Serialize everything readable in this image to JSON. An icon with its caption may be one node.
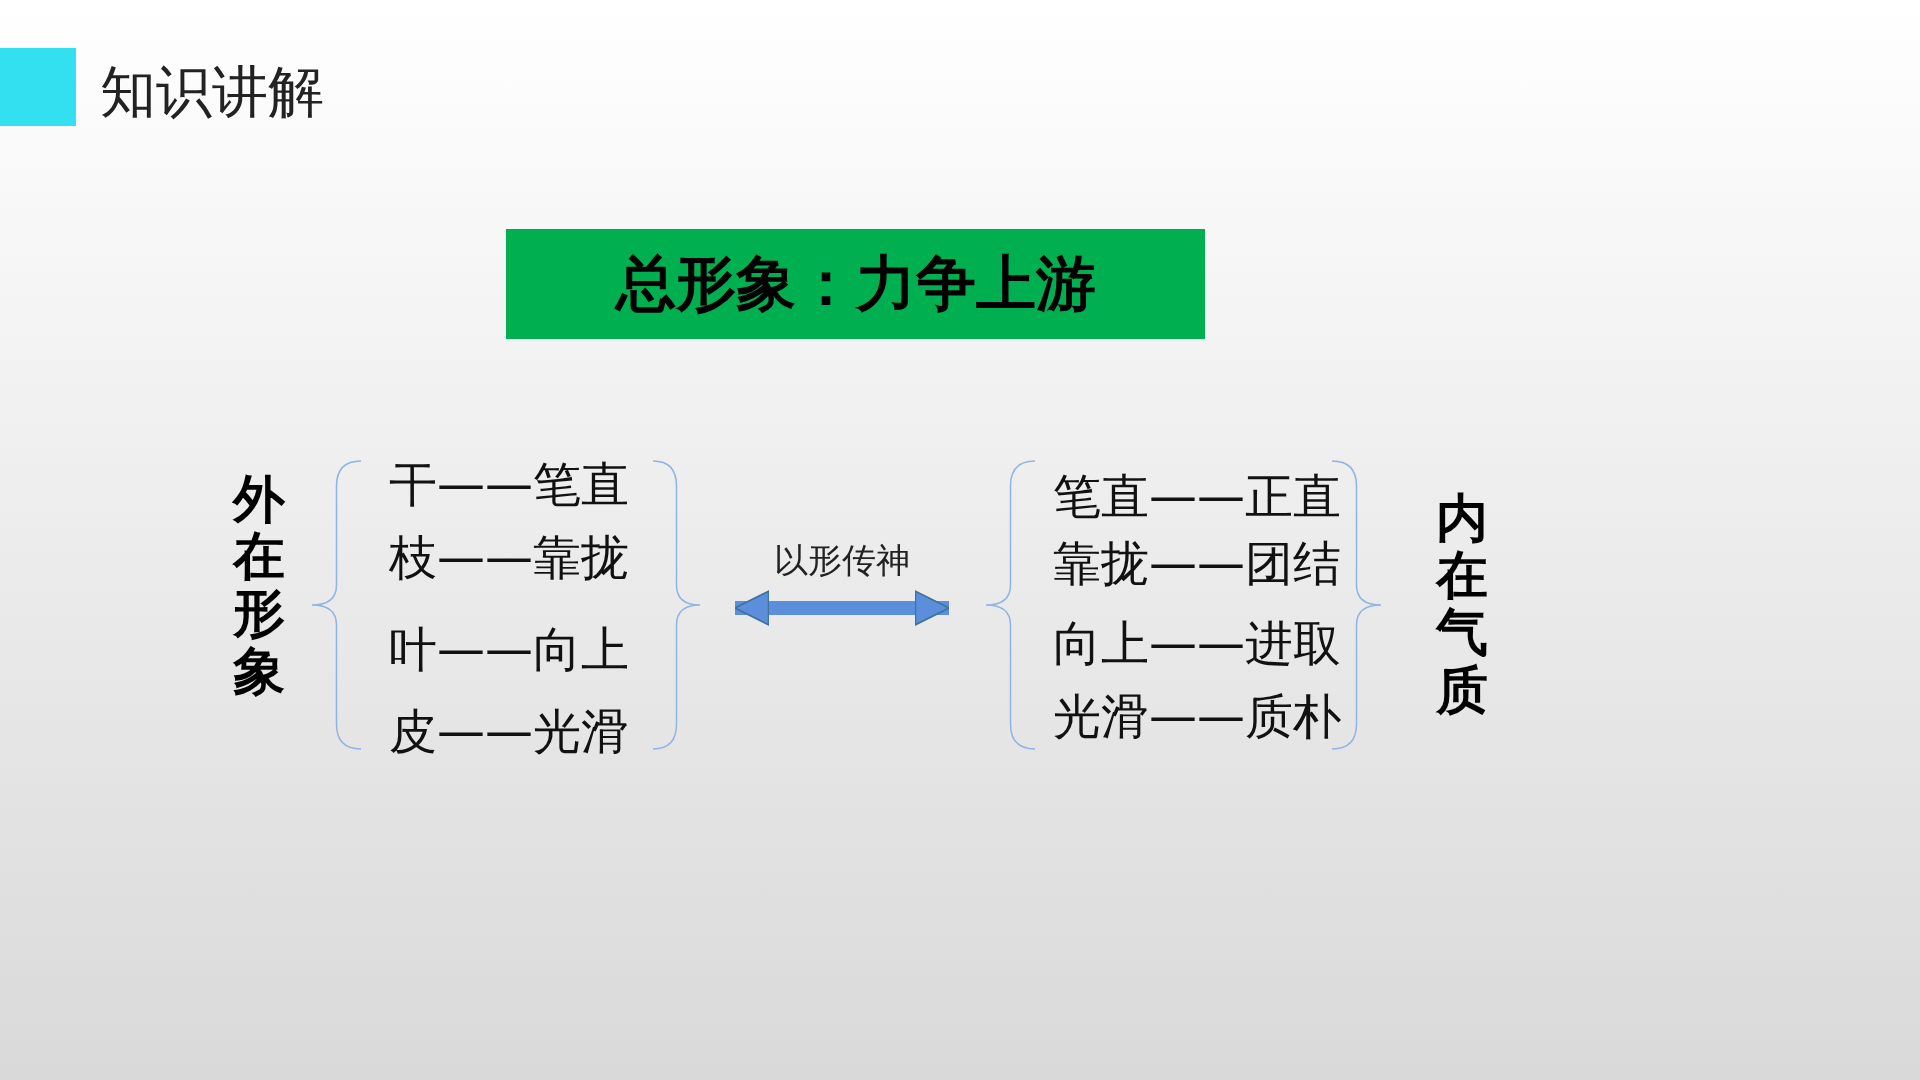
{
  "diagram": {
    "title": "知识讲解",
    "nodes": [
      {
        "text": [
          "总形象：力争上游"
        ]
      },
      {
        "text": [
          "干——笔直",
          "枝——靠拢",
          "叶——向上",
          "皮——光滑"
        ],
        "beside": [
          "外在形象"
        ]
      },
      {
        "text": [
          "笔直——正直",
          "靠拢——团结",
          "向上——进取",
          "光滑——质朴"
        ],
        "beside": [
          "内在气质"
        ]
      }
    ],
    "edges": [
      {
        "from": 1,
        "to": 2,
        "arrow": "both",
        "label": "以形传神"
      }
    ]
  }
}
